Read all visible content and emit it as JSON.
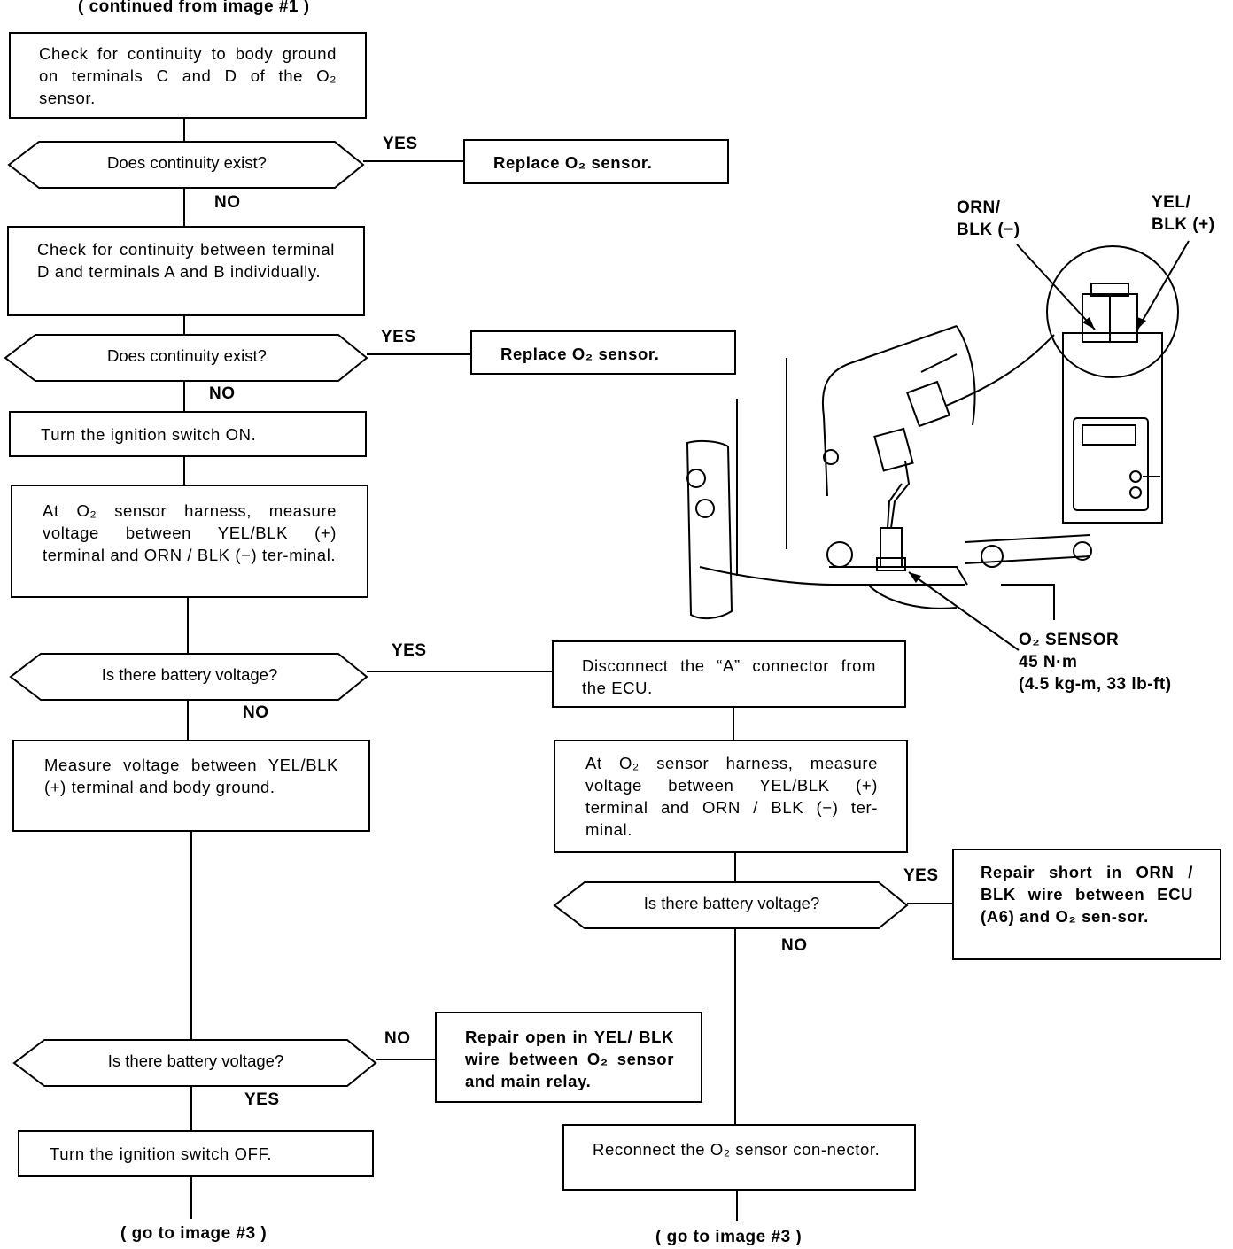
{
  "header": "( continued from image #1 )",
  "footer_left": "( go to image #3 )",
  "footer_right": "( go to image #3 )",
  "steps": {
    "s1": "Check for continuity to body ground on terminals C and D of the O₂ sensor.",
    "d1": "Does continuity exist?",
    "r1": "Replace O₂ sensor.",
    "s2": "Check for continuity between terminal D and terminals A and B individually.",
    "d2": "Does continuity exist?",
    "r2": "Replace O₂ sensor.",
    "s3": "Turn the ignition switch ON.",
    "s4": "At O₂ sensor harness, measure voltage between YEL/BLK (+) terminal and ORN / BLK (−) ter-minal.",
    "d3": "Is there battery voltage?",
    "s5": "Measure voltage between YEL/BLK (+) terminal and body ground.",
    "d4": "Is there battery voltage?",
    "r3": "Repair open in YEL/ BLK wire between O₂ sensor and main relay.",
    "s6": "Turn the ignition switch OFF.",
    "s7": "Disconnect the “A” connector from the ECU.",
    "s8": "At O₂ sensor harness, measure voltage between YEL/BLK (+) terminal and ORN / BLK (−) ter-minal.",
    "d5": "Is there battery voltage?",
    "r4": "Repair short in ORN / BLK wire between ECU (A6) and O₂ sen-sor.",
    "s9": "Reconnect the O₂ sensor con-nector."
  },
  "branch_labels": {
    "yes": "YES",
    "no": "NO"
  },
  "illustration": {
    "orn_label": "ORN/\nBLK (−)",
    "yel_label": "YEL/\nBLK (+)",
    "sensor_label": "O₂ SENSOR\n45 N·m\n(4.5 kg-m, 33 lb-ft)"
  }
}
